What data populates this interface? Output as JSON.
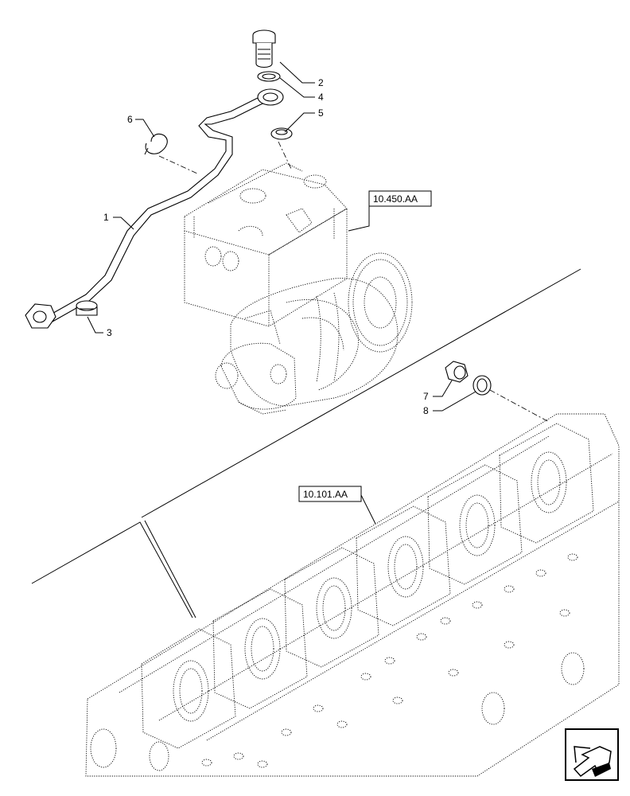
{
  "diagram": {
    "callouts": [
      "1",
      "2",
      "3",
      "4",
      "5",
      "6",
      "7",
      "8"
    ],
    "references": [
      "10.450.AA",
      "10.101.AA"
    ]
  },
  "nav": {
    "icon": "arrow-view-icon"
  }
}
